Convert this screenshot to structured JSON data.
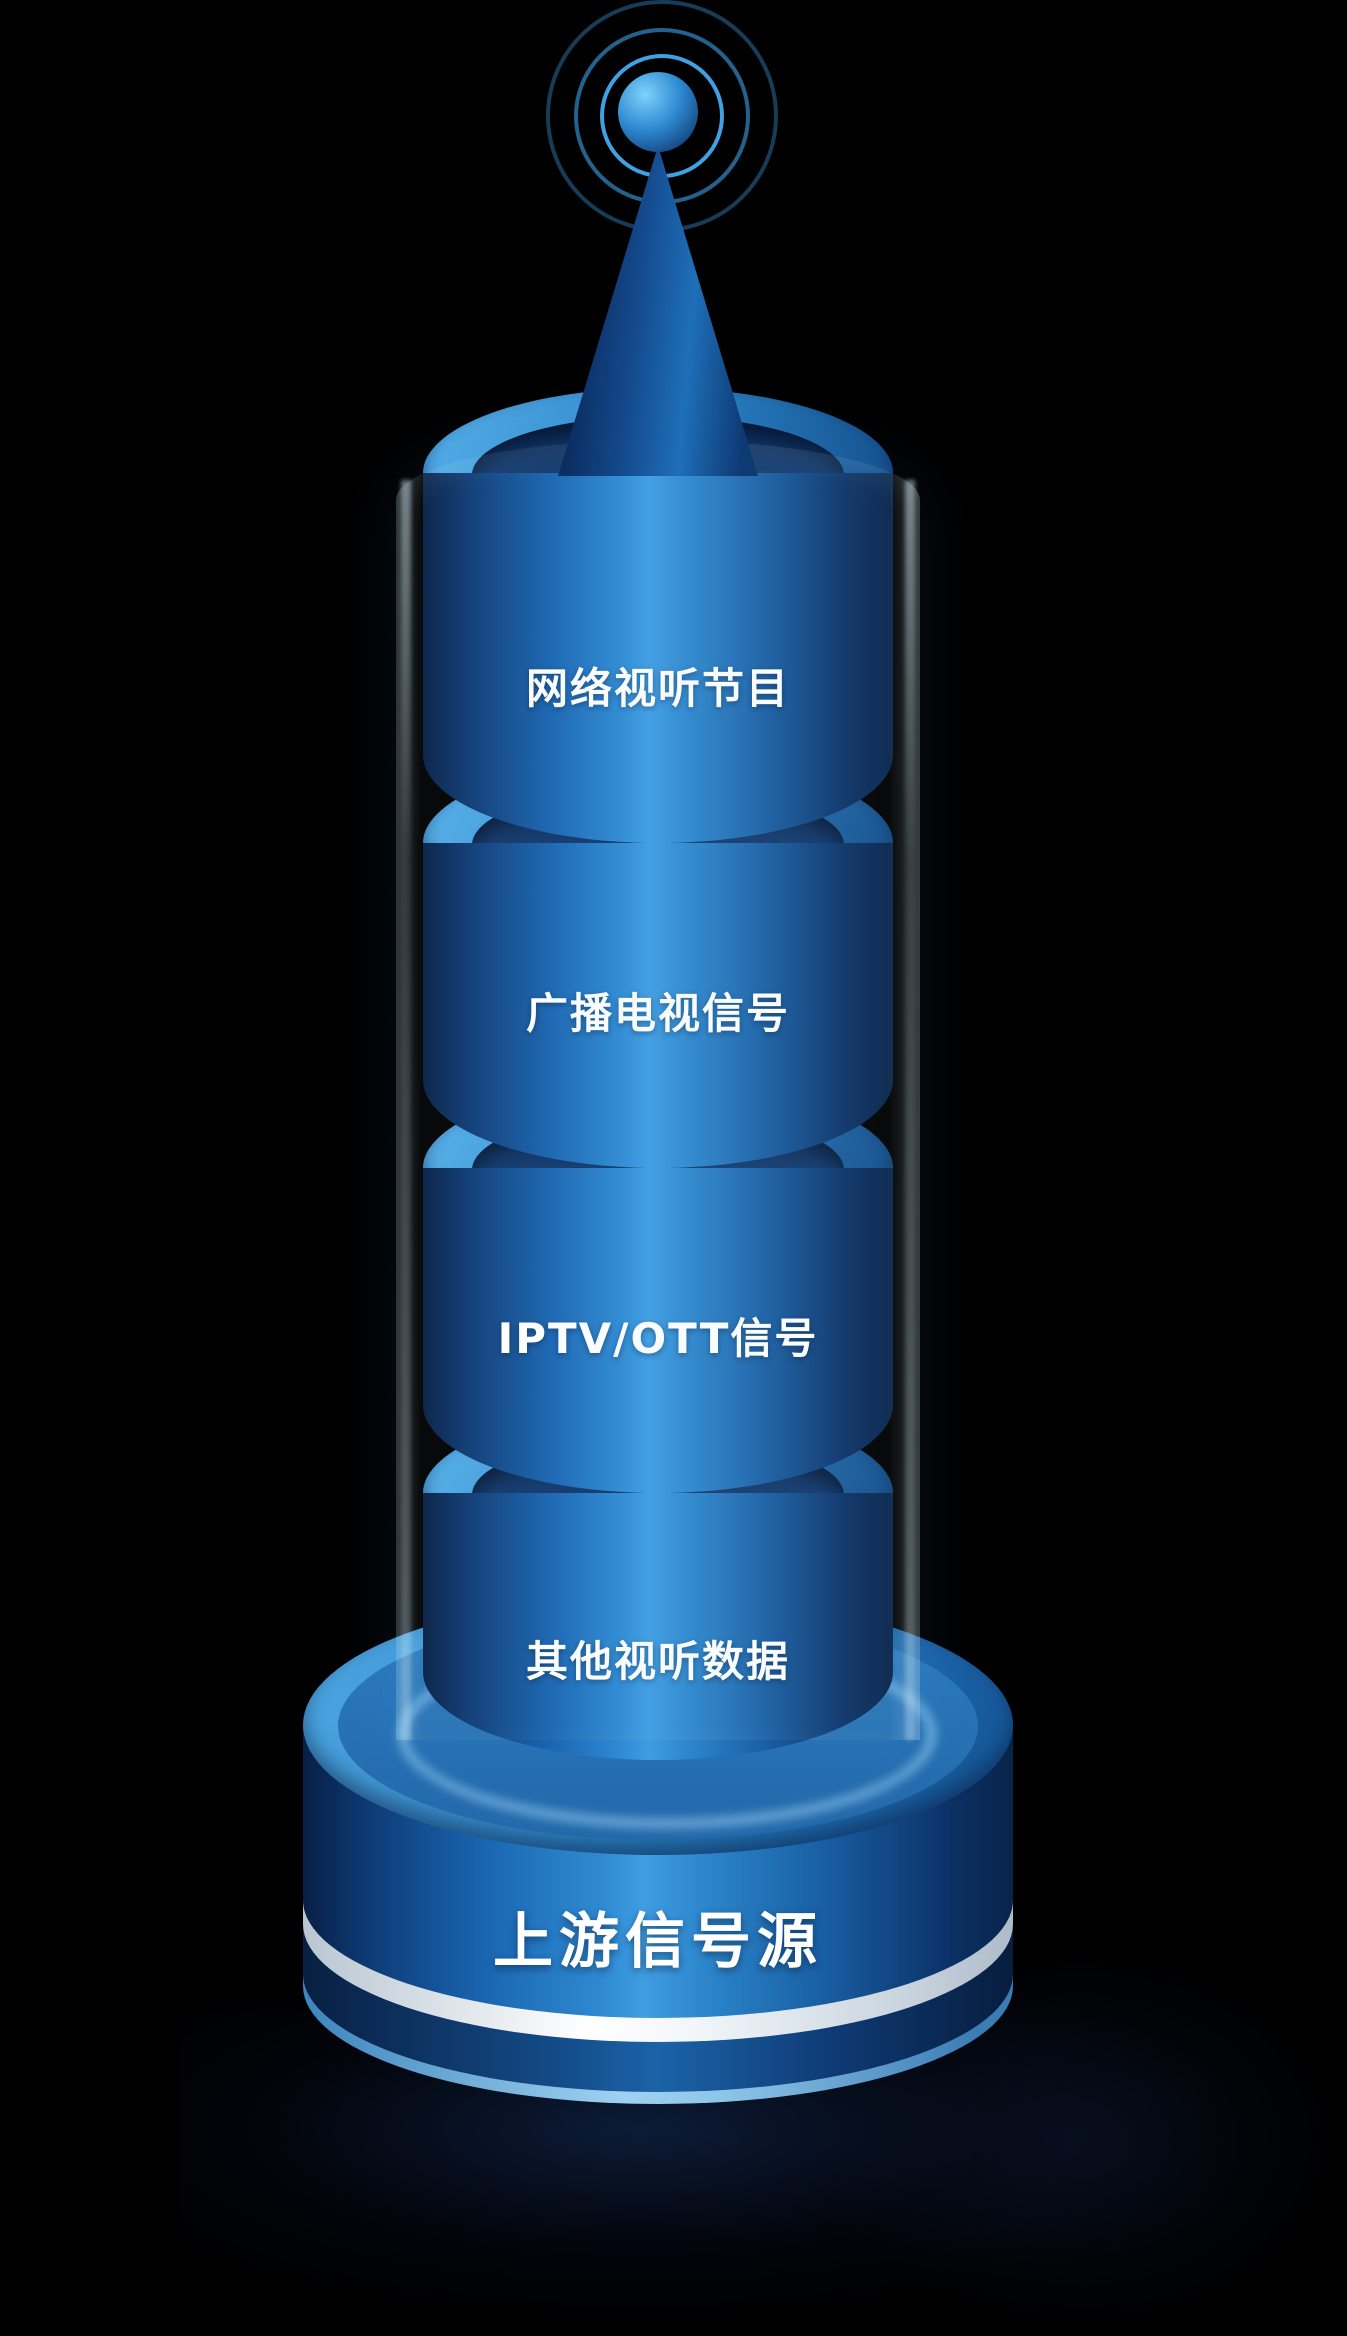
{
  "diagram": {
    "base": {
      "label": "上游信号源"
    },
    "layers": [
      {
        "label": "网络视听节目"
      },
      {
        "label": "广播电视信号"
      },
      {
        "label": "IPTV/OTT信号"
      },
      {
        "label": "其他视听数据"
      }
    ],
    "icons": {
      "antenna": "signal-antenna-icon",
      "waves": "signal-waves-icon"
    },
    "colors": {
      "background": "#000000",
      "cylinder_light": "#3f9de2",
      "cylinder_mid": "#1a66b2",
      "cylinder_dark": "#071f45",
      "top_surface": "#2b82c4",
      "recess": "#0c2750",
      "stripe_white": "#ffffff",
      "label_text": "#ffffff",
      "glow": "#afe4ff"
    }
  }
}
